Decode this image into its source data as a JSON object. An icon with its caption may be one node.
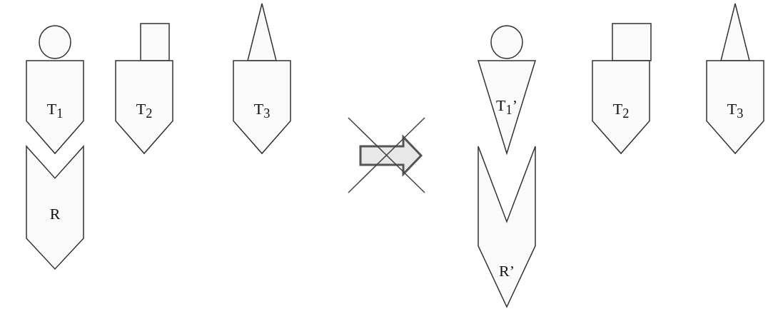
{
  "diagram": {
    "nodes": [
      {
        "text": [],
        "shape": "circle"
      },
      {
        "text": [],
        "shape": "box"
      },
      {
        "text": [],
        "shape": "triangle"
      },
      {
        "text": [],
        "shape": "circle"
      },
      {
        "text": [],
        "shape": "box"
      },
      {
        "text": [],
        "shape": "triangle"
      },
      {
        "text": [
          "T$_{1}$"
        ]
      },
      {
        "text": [
          "T$_{2}$"
        ]
      },
      {
        "text": [
          "T$_{3}$"
        ]
      },
      {
        "text": [
          "T$_{1}$’"
        ]
      },
      {
        "text": [
          "T$_{2}$"
        ]
      },
      {
        "text": [
          "T$_{3}$"
        ]
      },
      {
        "text": [
          "R"
        ]
      },
      {
        "text": [
          "R’"
        ]
      }
    ]
  }
}
